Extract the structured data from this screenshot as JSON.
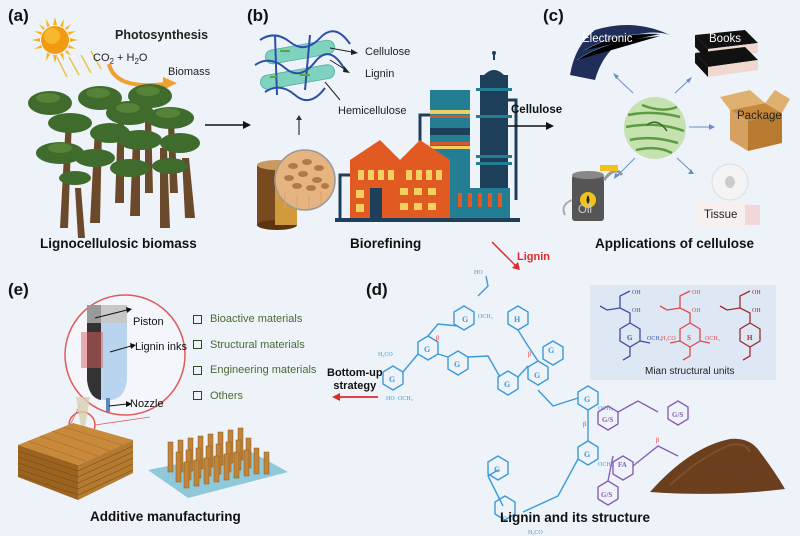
{
  "panels": {
    "a": {
      "label": "(a)",
      "title": "Photosynthesis",
      "reaction": {
        "co2": "CO",
        "co2_sub": "2",
        "plus": " + H",
        "h2o_sub": "2",
        "o": "O"
      },
      "product": "Biomass",
      "caption": "Lignocellulosic biomass"
    },
    "b": {
      "label": "(b)",
      "components": [
        "Cellulose",
        "Lignin",
        "Hemicellulose"
      ],
      "caption": "Biorefining"
    },
    "c": {
      "label": "(c)",
      "applications": [
        "Electronic",
        "Books",
        "Package",
        "Tissue",
        "Oil"
      ],
      "caption": "Applications of cellulose"
    },
    "d": {
      "label": "(d)",
      "units_title": "Mian structural units",
      "unit_letters": [
        "G",
        "S",
        "H"
      ],
      "caption": "Lignin and its structure"
    },
    "e": {
      "label": "(e)",
      "printer_parts": [
        "Piston",
        "Lignin inks",
        "Nozzle"
      ],
      "materials": [
        "Bioactive materials",
        "Structural materials",
        "Engineering materials",
        "Others"
      ],
      "caption": "Additive manufacturing"
    }
  },
  "arrows": {
    "cellulose": "Cellulose",
    "lignin": "Lignin",
    "strategy_line1": "Bottom-up",
    "strategy_line2": "strategy"
  },
  "colors": {
    "background": "#eef3fa",
    "lignin_arrow": "#e02a2a",
    "materials_text": "#4a6a32",
    "G_unit": "#3b4fa0",
    "S_unit": "#e0484c",
    "H_unit": "#9e2b30",
    "lignin_blue": "#3a9ad9",
    "lignin_purple": "#8a5fb5"
  }
}
